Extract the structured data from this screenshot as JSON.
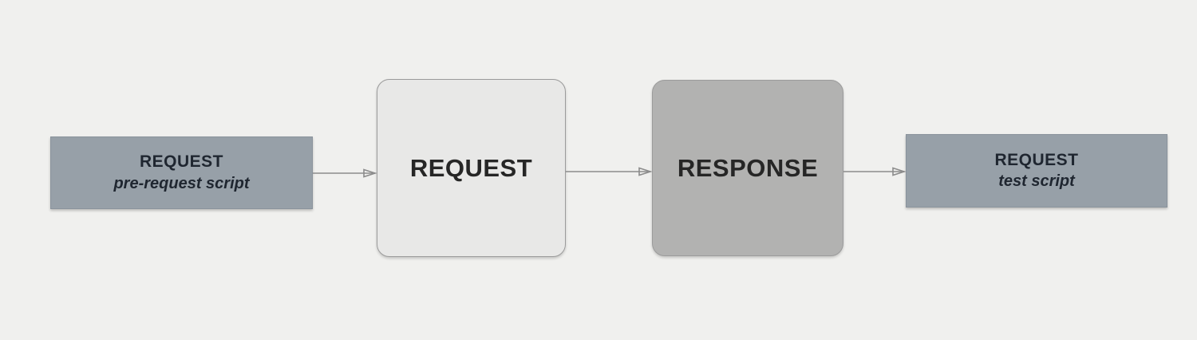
{
  "diagram": {
    "description": "Request lifecycle flow diagram",
    "background_color": "#f0f0ee",
    "arrow_color": "#8c8c8c",
    "nodes": {
      "pre_request": {
        "title": "REQUEST",
        "subtitle": "pre-request script",
        "fill": "#97a0a8",
        "text_color": "#1f2630",
        "shape": "rectangle"
      },
      "request": {
        "title": "REQUEST",
        "fill": "#e8e8e7",
        "border_color": "#9b9b9b",
        "text_color": "#262626",
        "shape": "rounded-rectangle"
      },
      "response": {
        "title": "RESPONSE",
        "fill": "#b2b2b1",
        "border_color": "#9b9b9b",
        "text_color": "#262626",
        "shape": "rounded-rectangle"
      },
      "test": {
        "title": "REQUEST",
        "subtitle": "test script",
        "fill": "#97a0a8",
        "text_color": "#1f2630",
        "shape": "rectangle"
      }
    },
    "connectors": [
      {
        "from": "pre_request",
        "to": "request",
        "style": "open-arrow"
      },
      {
        "from": "request",
        "to": "response",
        "style": "open-arrow"
      },
      {
        "from": "response",
        "to": "test",
        "style": "open-arrow"
      }
    ]
  }
}
